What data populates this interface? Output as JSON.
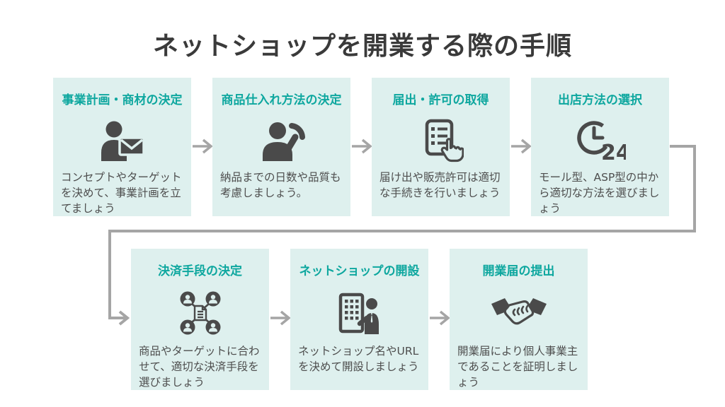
{
  "title": "ネットショップを開業する際の手順",
  "colors": {
    "background": "#ffffff",
    "box_background": "#def0ee",
    "step_title_accent": "#0ea79f",
    "body_text": "#4e4e4e",
    "heading_text": "#3a3a3a",
    "arrow": "#a5a5a5",
    "icon": "#4a4a4a"
  },
  "steps": [
    {
      "index": 1,
      "title": "事業計画・商材の決定",
      "icon": "person-envelope-icon",
      "description": "コンセプトやターゲットを決めて、事業計画を立てましょう"
    },
    {
      "index": 2,
      "title": "商品仕入れ方法の決定",
      "icon": "person-phone-icon",
      "description": "納品までの日数や品質も考慮しましょう。"
    },
    {
      "index": 3,
      "title": "届出・許可の取得",
      "icon": "document-hand-icon",
      "description": "届け出や販売許可は適切な手続きを行いましょう"
    },
    {
      "index": 4,
      "title": "出店方法の選択",
      "icon": "clock-24-icon",
      "icon_label": "24",
      "description": "モール型、ASP型の中から適切な方法を選びましょう"
    },
    {
      "index": 5,
      "title": "決済手段の決定",
      "icon": "payment-network-icon",
      "description": "商品やターゲットに合わせて、適切な決済手段を選びましょう"
    },
    {
      "index": 6,
      "title": "ネットショップの開設",
      "icon": "shop-building-icon",
      "description": "ネットショップ名やURLを決めて開設しましょう"
    },
    {
      "index": 7,
      "title": "開業届の提出",
      "icon": "handshake-icon",
      "description": "開業届により個人事業主であることを証明しましょう"
    }
  ]
}
